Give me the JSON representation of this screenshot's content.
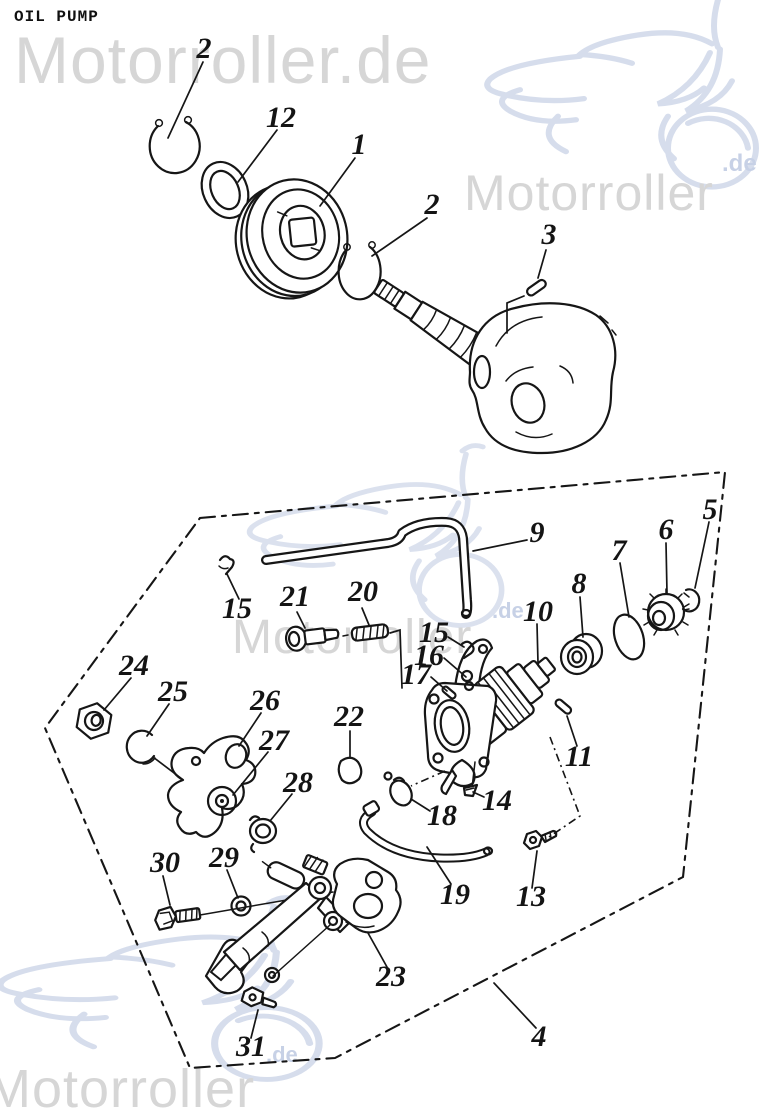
{
  "page": {
    "title": "OIL PUMP"
  },
  "watermarks": {
    "brand_full": "Motorroller.de",
    "brand": "Motorroller",
    "tld": ".de",
    "text_color": "#d6d6d6",
    "logo_color": "#ccd5e8",
    "logo_icon": "scooter-line-art"
  },
  "callouts": [
    {
      "label": "2"
    },
    {
      "label": "12"
    },
    {
      "label": "1"
    },
    {
      "label": "2"
    },
    {
      "label": "3"
    },
    {
      "label": "9"
    },
    {
      "label": "15"
    },
    {
      "label": "21"
    },
    {
      "label": "20"
    },
    {
      "label": "15"
    },
    {
      "label": "16"
    },
    {
      "label": "17"
    },
    {
      "label": "10"
    },
    {
      "label": "8"
    },
    {
      "label": "7"
    },
    {
      "label": "6"
    },
    {
      "label": "5"
    },
    {
      "label": "11"
    },
    {
      "label": "14"
    },
    {
      "label": "18"
    },
    {
      "label": "19"
    },
    {
      "label": "13"
    },
    {
      "label": "22"
    },
    {
      "label": "24"
    },
    {
      "label": "25"
    },
    {
      "label": "26"
    },
    {
      "label": "27"
    },
    {
      "label": "28"
    },
    {
      "label": "29"
    },
    {
      "label": "30"
    },
    {
      "label": "23"
    },
    {
      "label": "31"
    },
    {
      "label": "4"
    }
  ]
}
